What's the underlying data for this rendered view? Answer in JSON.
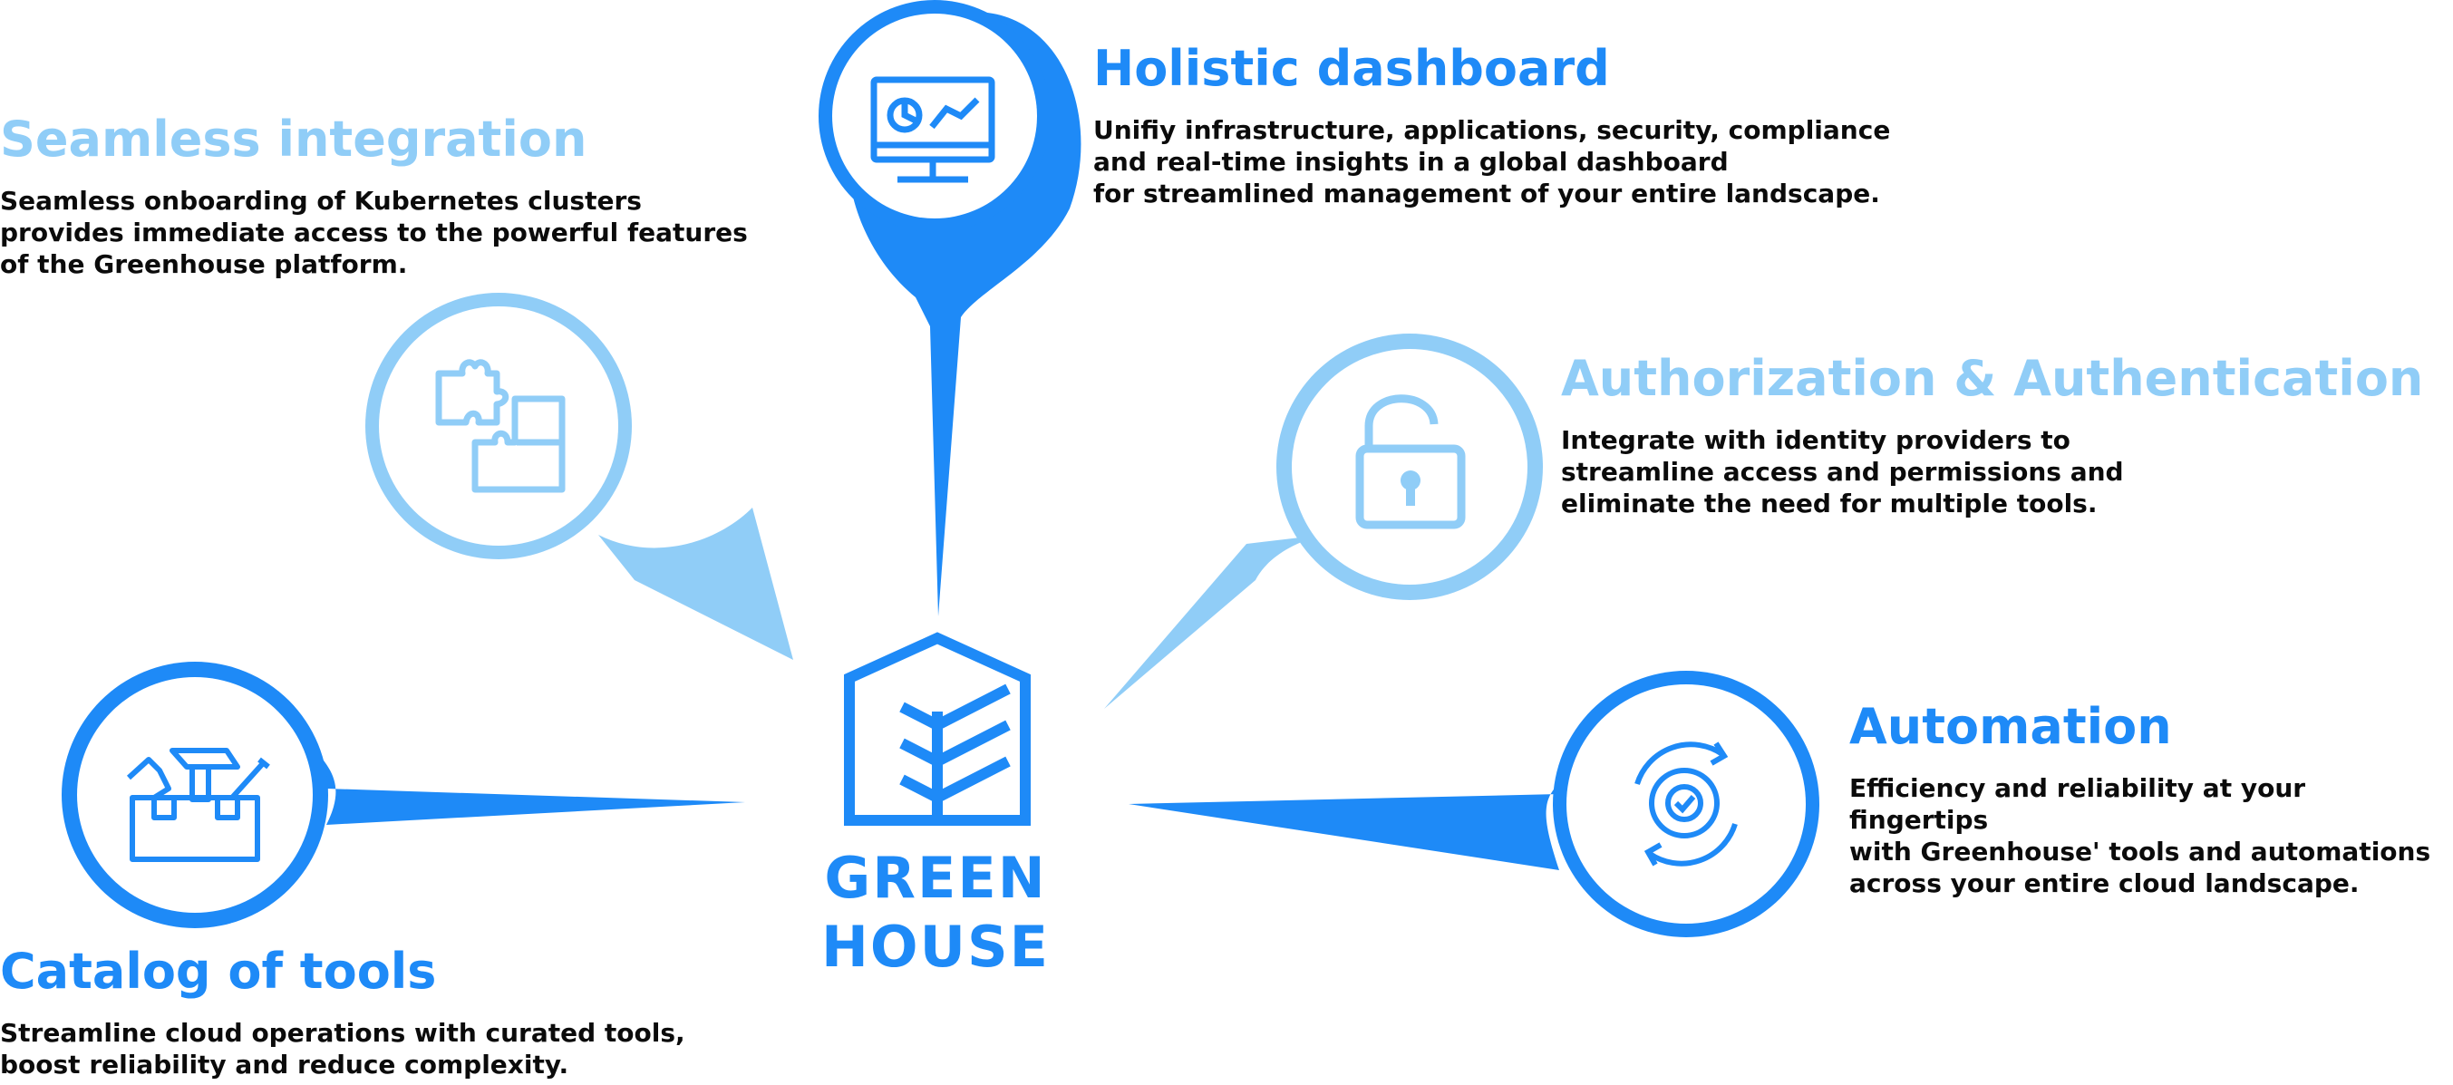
{
  "colors": {
    "primary": "#1e8af7",
    "light": "#90cdf7",
    "text": "#0b0b0b",
    "background": "#ffffff"
  },
  "brand": {
    "line1": "GREEN",
    "line2": "HOUSE",
    "logo_icon": "greenhouse-logo-icon"
  },
  "features": {
    "integration": {
      "title": "Seamless integration",
      "description": "Seamless onboarding of Kubernetes clusters\nprovides immediate access to the powerful features\nof the Greenhouse platform.",
      "icon": "puzzle-icon",
      "color": "#90cdf7"
    },
    "dashboard": {
      "title": "Holistic dashboard",
      "description": "Unifiy infrastructure, applications, security, compliance\nand real-time insights in a global dashboard\nfor streamlined management of your entire landscape.",
      "icon": "monitor-dashboard-icon",
      "color": "#1e8af7"
    },
    "auth": {
      "title": "Authorization & Authentication",
      "description": "Integrate with identity providers to\nstreamline access and permissions and\neliminate the need for multiple tools.",
      "icon": "unlocked-padlock-icon",
      "color": "#90cdf7"
    },
    "automation": {
      "title": "Automation",
      "description": "Efficiency and reliability at your fingertips\nwith Greenhouse' tools and automations\nacross your entire cloud landscape.",
      "icon": "gear-check-icon",
      "color": "#1e8af7"
    },
    "catalog": {
      "title": "Catalog of tools",
      "description": "Streamline cloud operations with curated tools,\nboost reliability and reduce complexity.",
      "icon": "toolbox-icon",
      "color": "#1e8af7"
    }
  }
}
